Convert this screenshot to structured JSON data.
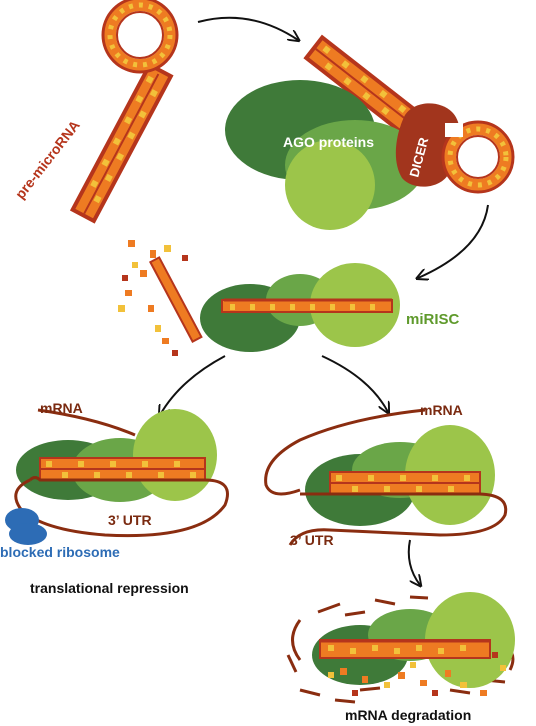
{
  "labels": {
    "pre_microrna": "pre-microRNA",
    "dicer": "DICER",
    "ago_proteins": "AGO proteins",
    "mirisc": "miRISC",
    "mrna_left": "mRNA",
    "mrna_right": "mRNA",
    "utr_left": "3’ UTR",
    "utr_right": "3’ UTR",
    "blocked_ribosome": "blocked ribosome",
    "translational_repression": "translational repression",
    "mrna_degradation": "mRNA degradation"
  },
  "colors": {
    "rna_backbone": "#b5351c",
    "rna_orange": "#ee7b22",
    "rna_yellow": "#f2c13a",
    "ago_dark": "#3f7a39",
    "ago_mid": "#6aa648",
    "ago_light": "#9cc54a",
    "dicer": "#a2351d",
    "mrna_strand": "#8a2d10",
    "ribosome": "#2d6cb5",
    "mirisc_text": "#5f9a2c",
    "blocked_text": "#2d6cb5",
    "dark_text": "#7a2a10",
    "black_text": "#111111"
  }
}
